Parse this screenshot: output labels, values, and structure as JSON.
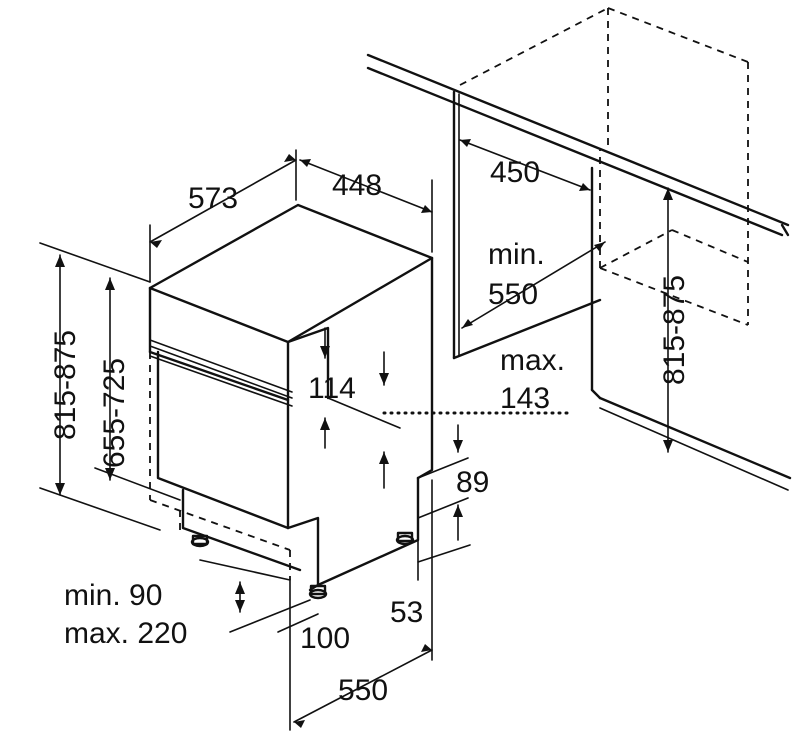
{
  "colors": {
    "line": "#111111",
    "background": "#ffffff"
  },
  "dimensions": {
    "depth_573": "573",
    "width_448": "448",
    "niche_width_450": "450",
    "niche_min_label": "min.",
    "niche_min_value": "550",
    "left_height_range": "815-875",
    "inner_height_range": "655-725",
    "right_height_range": "815-875",
    "panel_114": "114",
    "max_label": "max.",
    "max_value": "143",
    "gap_89": "89",
    "foot_53": "53",
    "plinth_min": "min. 90",
    "plinth_max": "max. 220",
    "foot_100": "100",
    "base_550": "550"
  }
}
